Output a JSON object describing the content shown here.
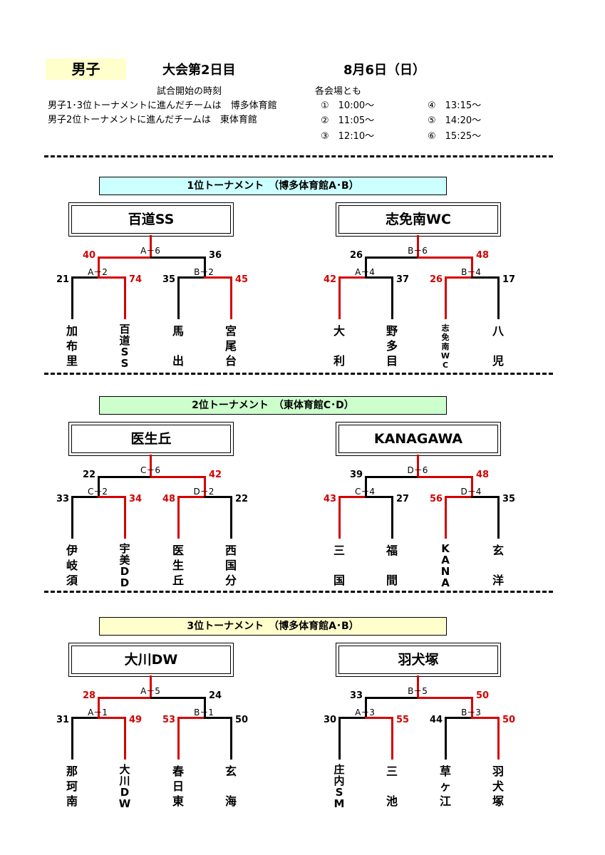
{
  "header": {
    "title": "男子",
    "day": "大会第2日目",
    "date": "8月6日（日）",
    "start_time_label": "試合開始の時刻",
    "venue_note_label": "各会場とも",
    "notes": [
      "男子1･3位トーナメントに進んだチームは　博多体育館",
      "男子2位トーナメントに進んだチームは　東体育館"
    ],
    "times": [
      "①　10:00～",
      "②　11:05～",
      "③　12:10～",
      "④　13:15～",
      "⑤　14:20～",
      "⑥　15:25～"
    ]
  },
  "colors": {
    "winner_line": "#d40000",
    "sec1_bg": "#ccffff",
    "sec2_bg": "#ccffcc",
    "sec3_bg": "#ffffcc"
  },
  "sections": [
    {
      "title": "1位トーナメント　（博多体育館A･B）",
      "brackets": [
        {
          "champion": "百道SS",
          "final": {
            "label": "A－6",
            "left": "40",
            "right": "36",
            "winner": "left"
          },
          "semis": [
            {
              "label": "A－2",
              "left": "21",
              "right": "74",
              "winner": "right"
            },
            {
              "label": "B－2",
              "left": "35",
              "right": "45",
              "winner": "right"
            }
          ],
          "teams": [
            "加布里",
            "百道SS",
            "馬　出",
            "宮尾台"
          ]
        },
        {
          "champion": "志免南WC",
          "final": {
            "label": "B－6",
            "left": "26",
            "right": "48",
            "winner": "right"
          },
          "semis": [
            {
              "label": "A－4",
              "left": "42",
              "right": "37",
              "winner": "left"
            },
            {
              "label": "B－4",
              "left": "26",
              "right": "17",
              "winner": "left"
            }
          ],
          "teams": [
            "大　利",
            "野多目",
            "志免南WC",
            "八　児"
          ]
        }
      ]
    },
    {
      "title": "2位トーナメント　（東体育館C･D）",
      "brackets": [
        {
          "champion": "医生丘",
          "final": {
            "label": "C－6",
            "left": "22",
            "right": "42",
            "winner": "right"
          },
          "semis": [
            {
              "label": "C－2",
              "left": "33",
              "right": "34",
              "winner": "right"
            },
            {
              "label": "D－2",
              "left": "48",
              "right": "22",
              "winner": "left"
            }
          ],
          "teams": [
            "伊岐須",
            "宇美DD",
            "医生丘",
            "西国分"
          ]
        },
        {
          "champion": "KANAGAWA",
          "final": {
            "label": "D－6",
            "left": "39",
            "right": "48",
            "winner": "right"
          },
          "semis": [
            {
              "label": "C－4",
              "left": "43",
              "right": "27",
              "winner": "left"
            },
            {
              "label": "D－4",
              "left": "56",
              "right": "35",
              "winner": "left"
            }
          ],
          "teams": [
            "三　国",
            "福　間",
            "KANA",
            "玄　洋"
          ]
        }
      ]
    },
    {
      "title": "3位トーナメント　（博多体育館A･B）",
      "brackets": [
        {
          "champion": "大川DW",
          "final": {
            "label": "A－5",
            "left": "28",
            "right": "24",
            "winner": "left"
          },
          "semis": [
            {
              "label": "A－1",
              "left": "31",
              "right": "49",
              "winner": "right"
            },
            {
              "label": "B－1",
              "left": "53",
              "right": "50",
              "winner": "left"
            }
          ],
          "teams": [
            "那珂南",
            "大川DW",
            "春日東",
            "玄　海"
          ]
        },
        {
          "champion": "羽犬塚",
          "final": {
            "label": "B－5",
            "left": "33",
            "right": "50",
            "winner": "right"
          },
          "semis": [
            {
              "label": "A－3",
              "left": "30",
              "right": "55",
              "winner": "right"
            },
            {
              "label": "B－3",
              "left": "44",
              "right": "50",
              "winner": "right"
            }
          ],
          "teams": [
            "庄内SM",
            "三　池",
            "草ヶ江",
            "羽犬塚"
          ]
        }
      ]
    }
  ]
}
